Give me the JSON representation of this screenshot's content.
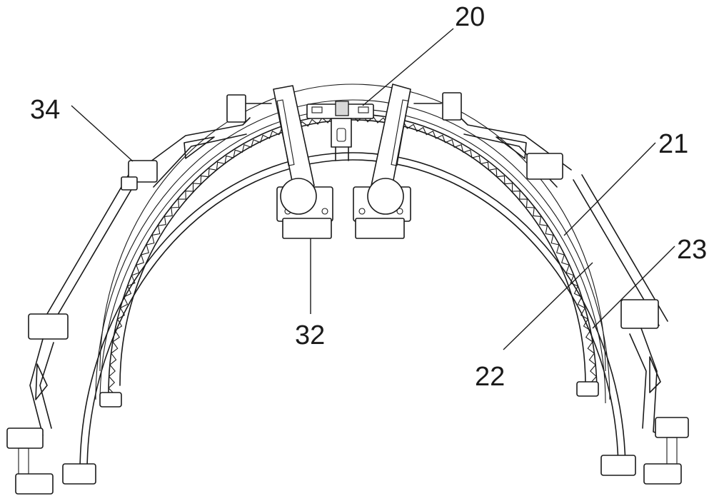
{
  "figure": {
    "labels": {
      "part_20": "20",
      "part_21": "21",
      "part_22": "22",
      "part_23": "23",
      "part_32": "32",
      "part_34": "34"
    }
  }
}
